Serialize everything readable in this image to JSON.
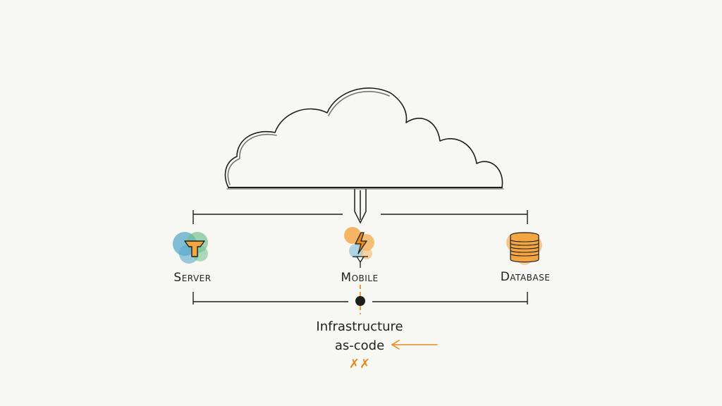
{
  "nodes": {
    "server": {
      "label": "Server",
      "icon": "server-funnel-icon",
      "color": "#5aa9c9",
      "accent": "#f2a540"
    },
    "mobile": {
      "label": "Mobile",
      "icon": "lightning-flame-icon",
      "color": "#f2a540"
    },
    "database": {
      "label": "Database",
      "icon": "database-stack-icon",
      "color": "#f2a540"
    }
  },
  "cloud": {
    "icon": "cloud-icon"
  },
  "annotation": {
    "line1": "Infrastructure",
    "line2": "as-code",
    "marks": "✗✗",
    "accent": "#e8891f"
  },
  "colors": {
    "ink": "#1e1e1e",
    "paper": "#f7f7f3"
  }
}
